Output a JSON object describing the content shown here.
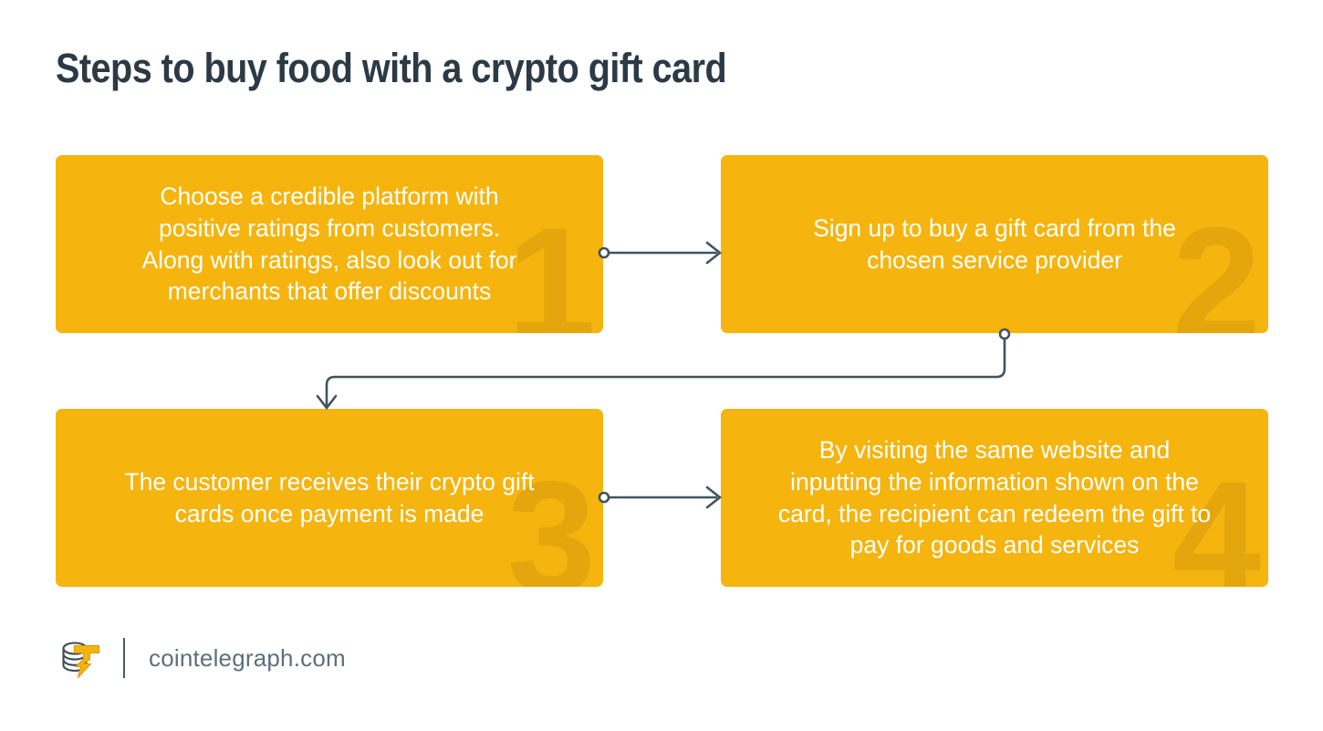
{
  "title": "Steps to buy food with a crypto gift card",
  "colors": {
    "card_background": "#F5B40E",
    "card_number_watermark": "#E3A60C",
    "title_text": "#2b3a45",
    "card_text": "#ffffff",
    "connector_line": "#40545f",
    "footer_text": "#5d6f7d",
    "logo_bolt": "#F5B40E",
    "logo_coin": "#3b4a54",
    "page_background": "#ffffff"
  },
  "steps": [
    {
      "number": "1",
      "text": "Choose a credible platform with\npositive ratings from customers.\nAlong with ratings, also look out for\nmerchants that offer discounts"
    },
    {
      "number": "2",
      "text": "Sign up to buy a gift card from the\nchosen service provider"
    },
    {
      "number": "3",
      "text": "The customer receives their crypto gift\ncards once payment is made"
    },
    {
      "number": "4",
      "text": "By visiting the same website and\ninputting the information shown on the\ncard, the recipient can redeem the gift to\npay for goods and services"
    }
  ],
  "connectors": [
    {
      "name": "step-1-to-step-2",
      "from": "card-1-right",
      "to": "card-2-left",
      "style": "straight-arrow-right"
    },
    {
      "name": "step-2-to-step-3",
      "from": "card-2-bottom",
      "to": "card-3-top",
      "style": "elbow-arrow-down"
    },
    {
      "name": "step-3-to-step-4",
      "from": "card-3-right",
      "to": "card-4-left",
      "style": "straight-arrow-right"
    }
  ],
  "footer": {
    "site": "cointelegraph.com",
    "logo_name": "cointelegraph-logo"
  }
}
